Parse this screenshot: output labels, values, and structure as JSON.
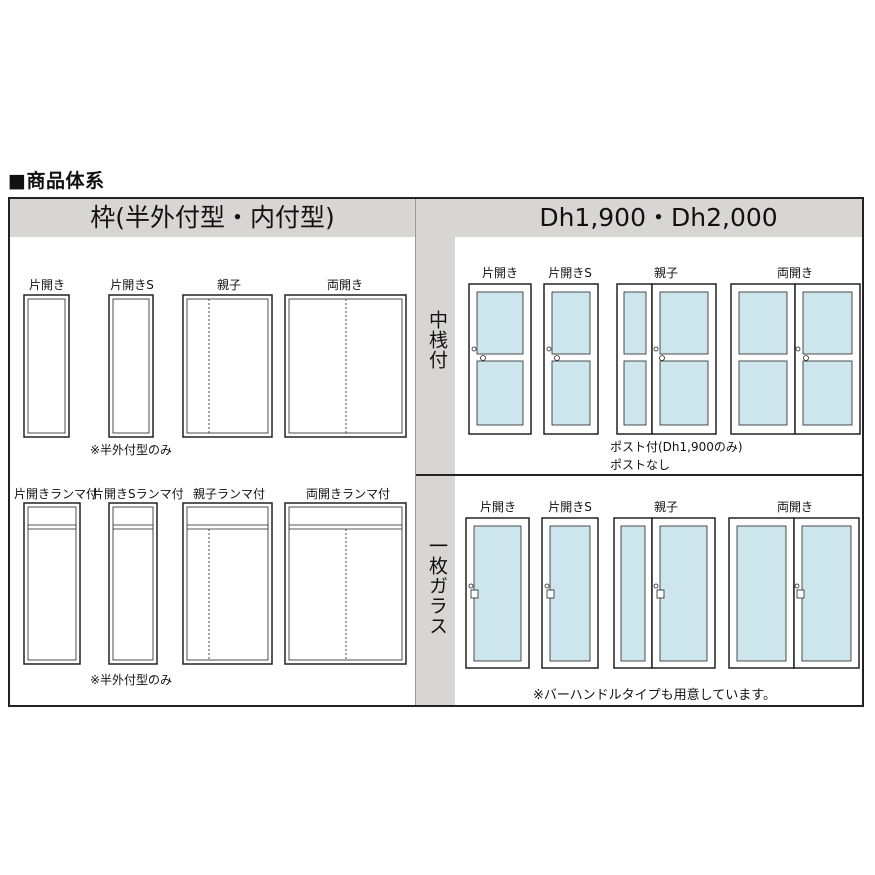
{
  "page_title": "■商品体系",
  "left_header": "枠(半外付型・内付型)",
  "right_header": "Dh1,900・Dh2,000",
  "frame_top": {
    "labels": [
      "片開き",
      "片開きS",
      "親子",
      "両開き"
    ],
    "note": "※半外付型のみ"
  },
  "frame_bottom": {
    "labels": [
      "片開きランマ付",
      "片開きSランマ付",
      "親子ランマ付",
      "両開きランマ付"
    ],
    "note": "※半外付型のみ"
  },
  "row1": {
    "side_label": "中桟付",
    "labels": [
      "片開き",
      "片開きS",
      "親子",
      "両開き"
    ],
    "note_line1": "ポスト付(Dh1,900のみ)",
    "note_line2": "ポストなし"
  },
  "row2": {
    "side_label": "一枚ガラス",
    "labels": [
      "片開き",
      "片開きS",
      "親子",
      "両開き"
    ]
  },
  "footer_note": "※バーハンドルタイプも用意しています。",
  "colors": {
    "header_bg": "#d8d5d5",
    "glass": "#cde6ee",
    "line": "#222222"
  }
}
